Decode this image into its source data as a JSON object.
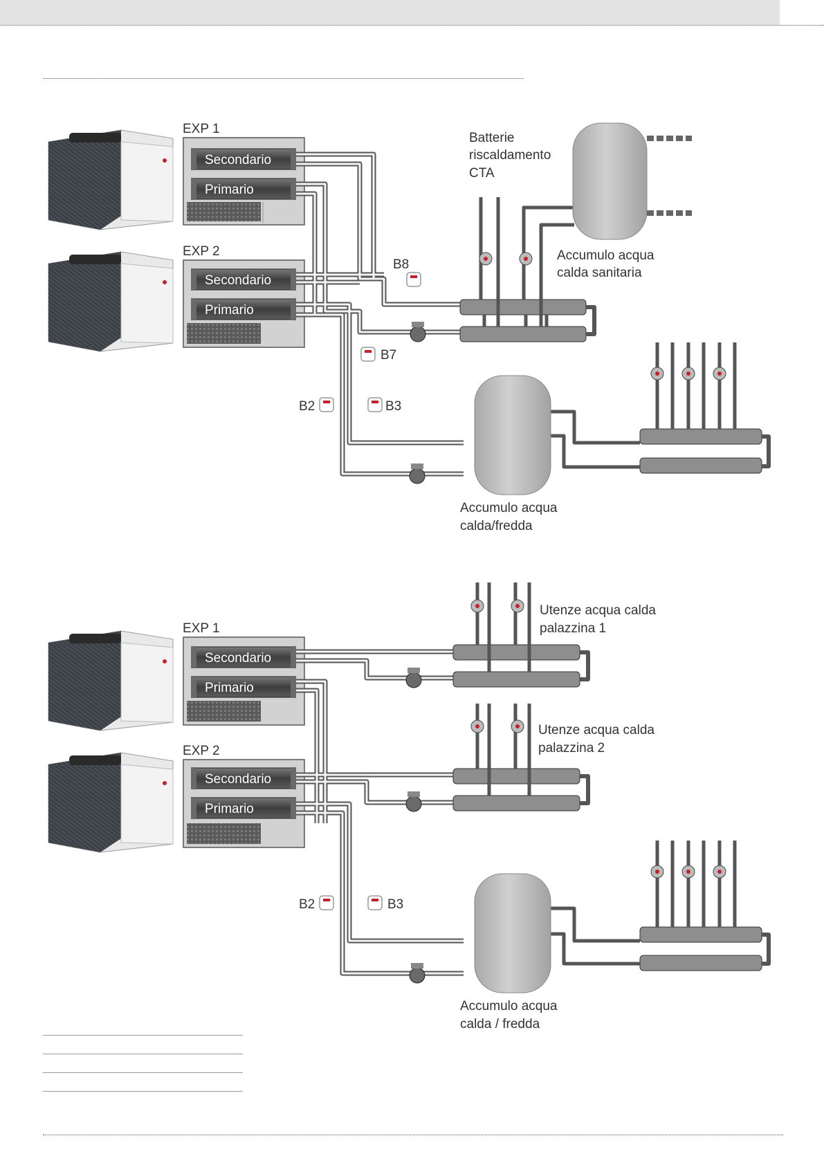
{
  "colors": {
    "pipe": "#555555",
    "pipe_inner": "#f4f4f4",
    "tank": "#b8b8b8",
    "frame": "#d3d3d3",
    "hx": "#4a4a4a",
    "accent": "#c8202a"
  },
  "diagram1": {
    "exp1": {
      "title": "EXP 1",
      "secondary": "Secondario",
      "primary": "Primario"
    },
    "exp2": {
      "title": "EXP 2",
      "secondary": "Secondario",
      "primary": "Primario"
    },
    "labels": {
      "batterie": [
        "Batterie",
        "riscaldamento",
        "CTA"
      ],
      "acs": [
        "Accumulo acqua",
        "calda sanitaria"
      ],
      "tank": [
        "Accumulo acqua",
        "calda/fredda"
      ],
      "b8": "B8",
      "b7": "B7",
      "b2": "B2",
      "b3": "B3"
    }
  },
  "diagram2": {
    "exp1": {
      "title": "EXP 1",
      "secondary": "Secondario",
      "primary": "Primario"
    },
    "exp2": {
      "title": "EXP 2",
      "secondary": "Secondario",
      "primary": "Primario"
    },
    "labels": {
      "palazzina1": [
        "Utenze acqua calda",
        "palazzina 1"
      ],
      "palazzina2": [
        "Utenze acqua calda",
        "palazzina 2"
      ],
      "tank": [
        "Accumulo acqua",
        "calda / fredda"
      ],
      "b2": "B2",
      "b3": "B3"
    }
  }
}
